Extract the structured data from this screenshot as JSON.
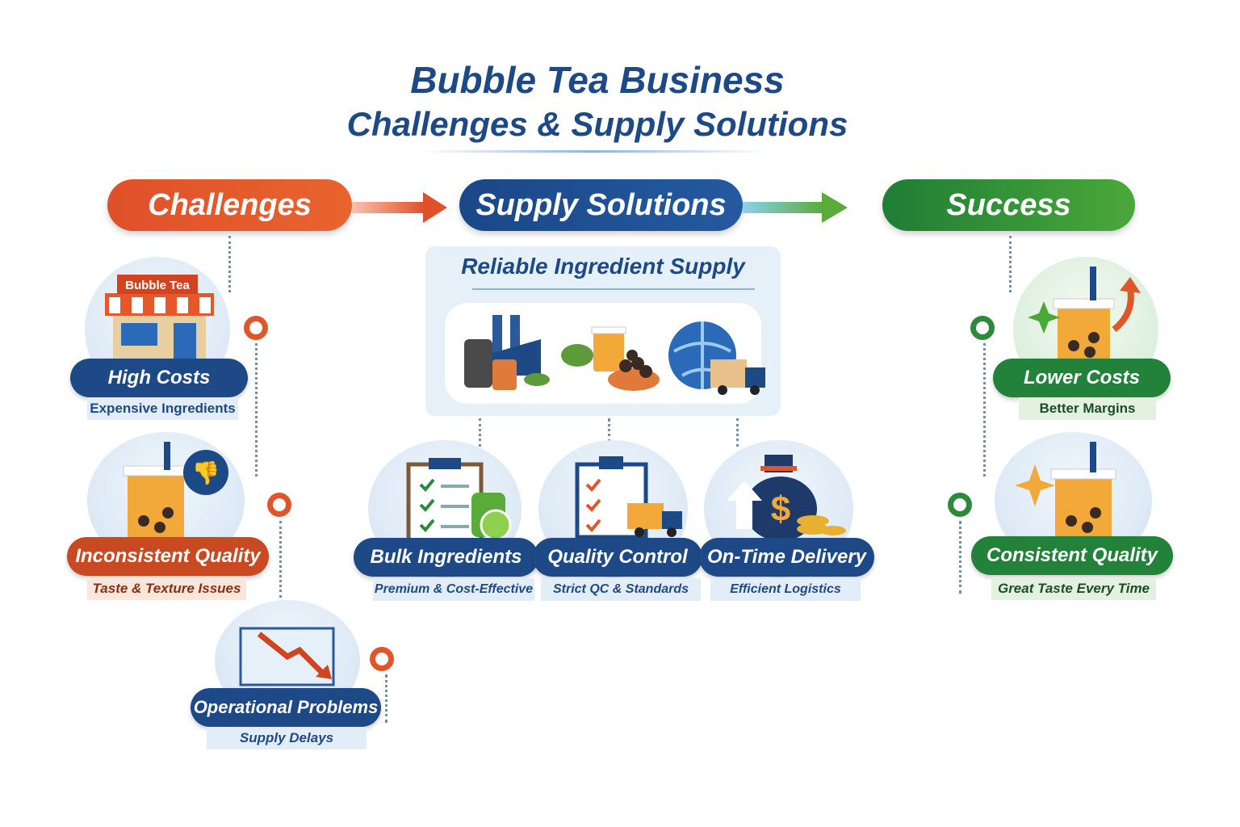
{
  "title": {
    "line1": "Bubble Tea Business",
    "line2": "Challenges & Supply Solutions"
  },
  "stages": {
    "challenges": "Challenges",
    "solutions": "Supply Solutions",
    "success": "Success"
  },
  "panel": {
    "title": "Reliable Ingredient Supply",
    "icons": [
      "factory-icon",
      "tea-ingredients-icon",
      "globe-delivery-icon"
    ]
  },
  "challenges": [
    {
      "title": "High Costs",
      "subtitle": "Expensive Ingredients",
      "sign": "Bubble Tea"
    },
    {
      "title": "Inconsistent Quality",
      "subtitle": "Taste & Texture Issues"
    },
    {
      "title": "Operational Problems",
      "subtitle": "Supply Delays"
    }
  ],
  "solutions": [
    {
      "title": "Bulk Ingredients",
      "subtitle": "Premium & Cost-Effective"
    },
    {
      "title": "Quality Control",
      "subtitle": "Strict QC & Standards"
    },
    {
      "title": "On-Time Delivery",
      "subtitle": "Efficient Logistics",
      "symbol": "$"
    }
  ],
  "success": [
    {
      "title": "Lower Costs",
      "subtitle": "Better Margins"
    },
    {
      "title": "Consistent Quality",
      "subtitle": "Great Taste Every Time"
    }
  ],
  "colors": {
    "blue": "#1d4a86",
    "orange": "#e0502a",
    "green": "#23823a"
  }
}
